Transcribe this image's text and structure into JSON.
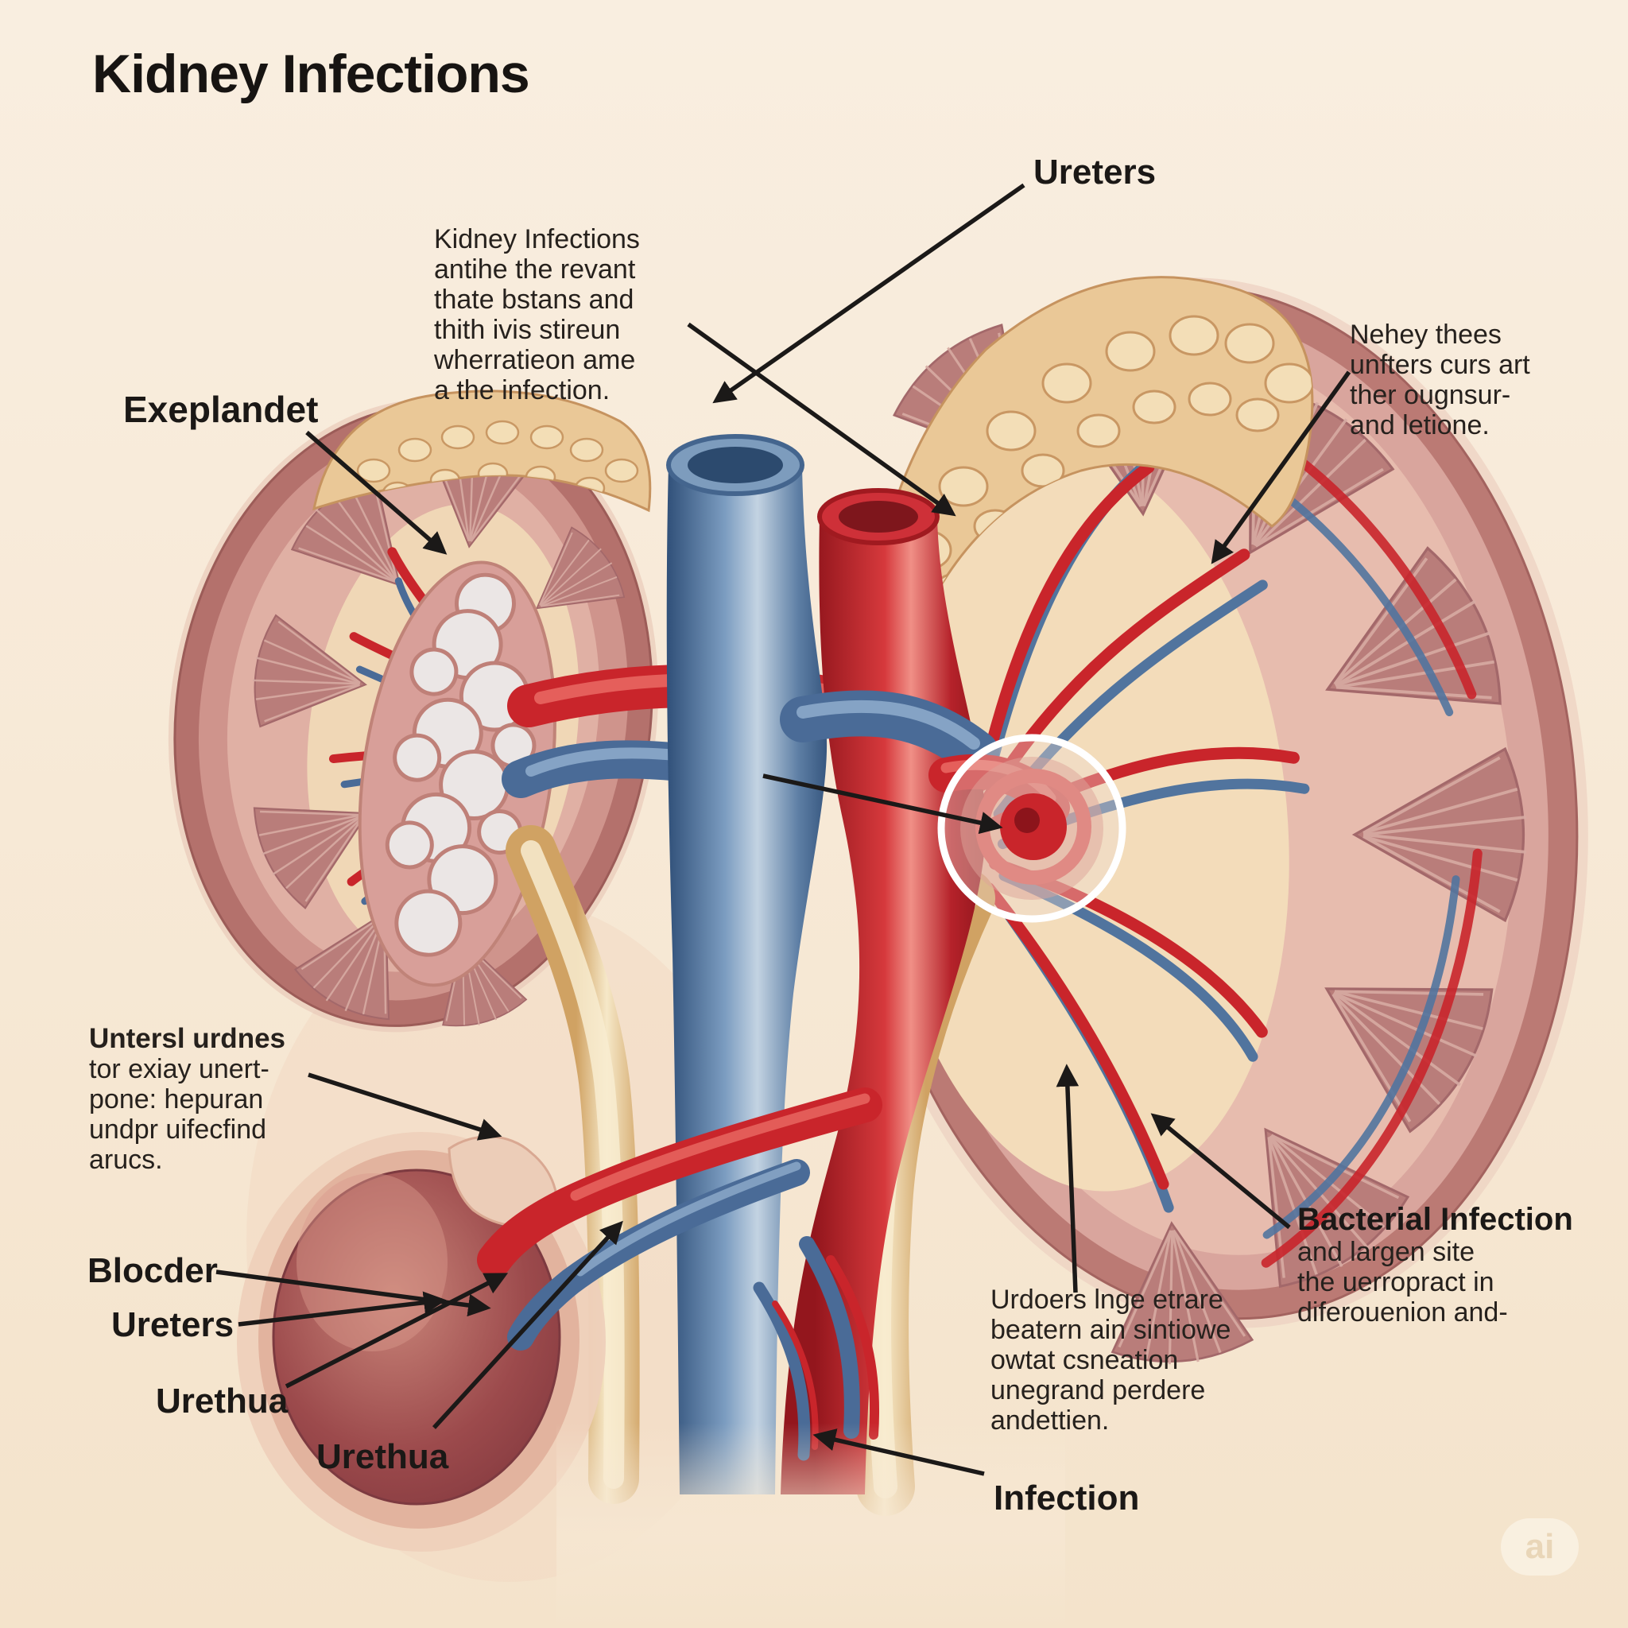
{
  "title": "Kidney Infections",
  "watermark": "ai",
  "labels": {
    "ureters_top": "Ureters",
    "exeplandet": "Exeplandet",
    "blocder": "Blocder",
    "ureters_bottom": "Ureters",
    "urethua_upper": "Urethua",
    "urethua_lower": "Urethua",
    "infection": "Infection",
    "bacterial_infection": "Bacterial Infection"
  },
  "paragraphs": {
    "kidney_note": [
      "Kidney Infections",
      "antihe the revant",
      "thate bstans and",
      "thith ivis stireun",
      "wherratieon ame",
      "a the infection."
    ],
    "nehey_note": [
      "Nehey thees",
      "unfters curs art",
      "ther ougnsur-",
      "and letione."
    ],
    "unters_note": [
      "Untersl urdnes",
      "tor exiay unert-",
      "pone: hepuran",
      "undpr uifecfind",
      "arucs."
    ],
    "urdoers_note": [
      "Urdoers lnge etrare",
      "beatern ain sintiowe",
      "owtat csneation",
      "unegrand perdere",
      "andettien."
    ],
    "bacterial_note": [
      "and largen site",
      "the uerropract in",
      "diferouenion and-"
    ]
  },
  "colors": {
    "background": "#f7e9d6",
    "ink": "#1b1918",
    "artery_red": "#c9252b",
    "vein_blue": "#51749e",
    "kidney_capsule": "#b4716c",
    "kidney_cortex": "#d9a59d",
    "sinus_cream": "#f3dcba",
    "adrenal_tan": "#eac897",
    "ureter_gold": "#e9c992",
    "bladder_maroon": "#8d4046",
    "highlight_circle": "#ffffff",
    "watermark_bg": "#f9f0e0",
    "watermark_text": "#e9d6b8"
  }
}
